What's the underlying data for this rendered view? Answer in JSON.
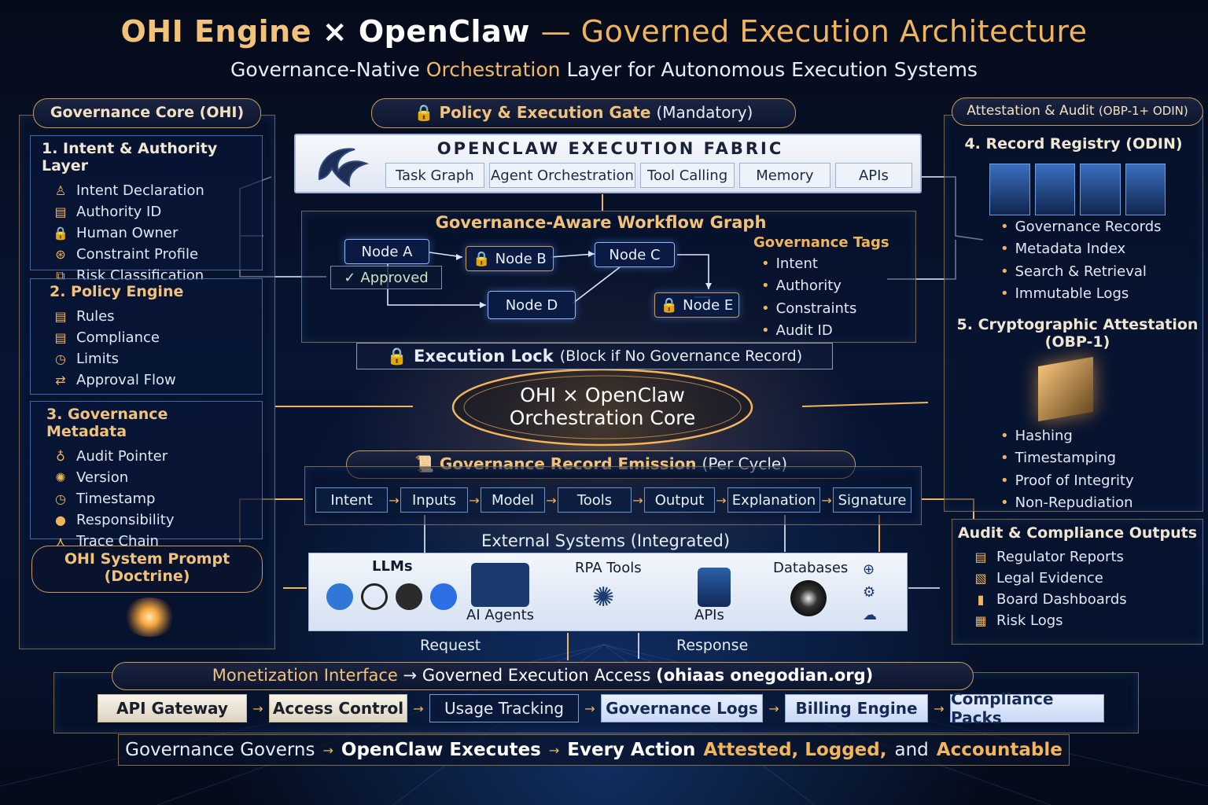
{
  "title": {
    "part1": "OHI Engine",
    "times": "×",
    "part2": "OpenClaw",
    "part3": "— Governed Execution Architecture"
  },
  "subtitle": {
    "part1": "Governance-Native",
    "part2": "Orchestration",
    "part3": "Layer for Autonomous Execution Systems"
  },
  "left": {
    "tab": "Governance Core (OHI)",
    "s1": {
      "title": "1. Intent & Authority Layer",
      "items": [
        {
          "icon": "intent-icon",
          "glyph": "♙",
          "label": "Intent Declaration"
        },
        {
          "icon": "authority-icon",
          "glyph": "▤",
          "label": "Authority ID"
        },
        {
          "icon": "lock-icon",
          "glyph": "🔒",
          "label": "Human Owner"
        },
        {
          "icon": "constraint-icon",
          "glyph": "⊛",
          "label": "Constraint Profile"
        },
        {
          "icon": "risk-icon",
          "glyph": "⧉",
          "label": "Risk Classification"
        }
      ]
    },
    "s2": {
      "title": "2. Policy Engine",
      "items": [
        {
          "icon": "rules-icon",
          "glyph": "▤",
          "label": "Rules"
        },
        {
          "icon": "compliance-icon",
          "glyph": "▤",
          "label": "Compliance"
        },
        {
          "icon": "limits-icon",
          "glyph": "◷",
          "label": "Limits"
        },
        {
          "icon": "approval-icon",
          "glyph": "⇄",
          "label": "Approval Flow"
        }
      ]
    },
    "s3": {
      "title": "3. Governance Metadata",
      "items": [
        {
          "icon": "audit-pointer-icon",
          "glyph": "♁",
          "label": "Audit Pointer"
        },
        {
          "icon": "version-icon",
          "glyph": "✺",
          "label": "Version"
        },
        {
          "icon": "timestamp-icon",
          "glyph": "◷",
          "label": "Timestamp"
        },
        {
          "icon": "responsibility-icon",
          "glyph": "●",
          "label": "Responsibility"
        },
        {
          "icon": "trace-icon",
          "glyph": "⋏",
          "label": "Trace Chain"
        }
      ]
    },
    "prompt": {
      "line1": "OHI System Prompt",
      "line2": "(Doctrine)"
    }
  },
  "center": {
    "gate": {
      "label": "Policy & Execution Gate",
      "suffix": "(Mandatory)"
    },
    "fabric": {
      "title": "OPENCLAW EXECUTION FABRIC",
      "chips": [
        "Task Graph",
        "Agent Orchestration",
        "Tool Calling",
        "Memory",
        "APIs"
      ]
    },
    "workflow": {
      "title": "Governance-Aware Workflow Graph",
      "nodes": {
        "a": "Node A",
        "b": "Node B",
        "c": "Node C",
        "d": "Node D",
        "e": "Node E",
        "approved": "Approved"
      },
      "tags_title": "Governance Tags",
      "tags": [
        "Intent",
        "Authority",
        "Constraints",
        "Audit ID"
      ]
    },
    "lock": {
      "label": "Execution Lock",
      "suffix": "(Block if No Governance Record)"
    },
    "core": {
      "line1": "OHI × OpenClaw",
      "line2": "Orchestration Core"
    },
    "emission": {
      "label": "Governance Record Emission",
      "suffix": "(Per Cycle)",
      "steps": [
        "Intent",
        "Inputs",
        "Model",
        "Tools",
        "Output",
        "Explanation",
        "Signature"
      ]
    },
    "external": {
      "title": "External Systems",
      "suffix": "(Integrated)",
      "llms": "LLMs",
      "agents": "AI Agents",
      "rpa": "RPA Tools",
      "apis": "APIs",
      "databases": "Databases"
    },
    "request": "Request",
    "response": "Response"
  },
  "right": {
    "tab": "Attestation & Audit",
    "tab_suffix": "(OBP-1+ ODIN)",
    "s4": {
      "title": "4. Record Registry (ODIN)",
      "items": [
        "Governance Records",
        "Metadata Index",
        "Search & Retrieval",
        "Immutable Logs"
      ]
    },
    "s5": {
      "title1": "5. Cryptographic Attestation",
      "title2": "(OBP-1)",
      "items": [
        "Hashing",
        "Timestamping",
        "Proof of Integrity",
        "Non-Repudiation"
      ]
    },
    "outputs": {
      "title": "Audit & Compliance Outputs",
      "items": [
        {
          "icon": "report-icon",
          "glyph": "▤",
          "label": "Regulator Reports"
        },
        {
          "icon": "legal-icon",
          "glyph": "▧",
          "label": "Legal Evidence"
        },
        {
          "icon": "dashboard-icon",
          "glyph": "▮",
          "label": "Board Dashboards"
        },
        {
          "icon": "log-icon",
          "glyph": "▦",
          "label": "Risk Logs"
        }
      ]
    }
  },
  "bottom": {
    "mon_title": "Monetization Interface",
    "mon_access": "Governed Execution Access",
    "mon_url": "(ohiaas onegodian.org)",
    "buttons": [
      "API Gateway",
      "Access Control",
      "Usage Tracking",
      "Governance Logs",
      "Billing Engine",
      "Compliance Packs"
    ],
    "tagline": {
      "p1": "Governance Governs",
      "p2": "OpenClaw Executes",
      "p3": "Every Action",
      "p4": "Attested, Logged,",
      "p5": "and",
      "p6": "Accountable"
    }
  },
  "colors": {
    "gold": "#f0b45c",
    "blue": "#8fb6ff",
    "bg": "#050b1c"
  }
}
